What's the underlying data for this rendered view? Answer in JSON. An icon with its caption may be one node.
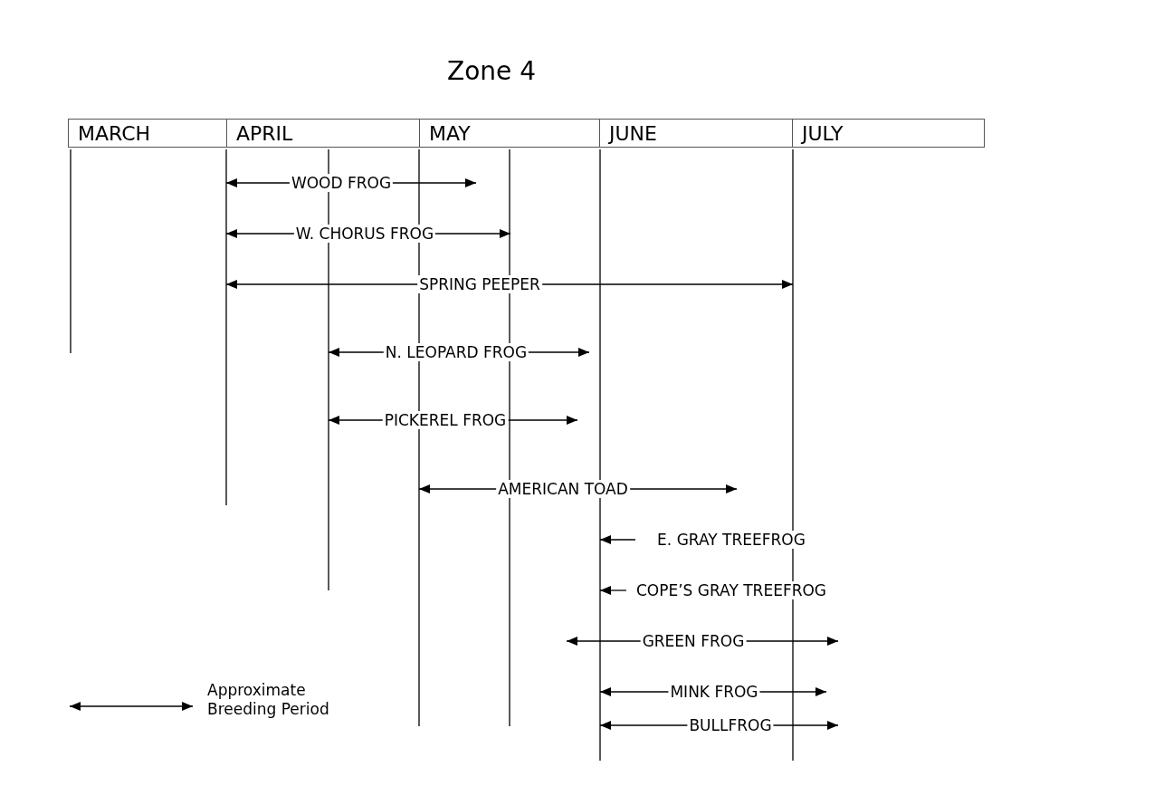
{
  "diagram": {
    "title": "Zone 4",
    "labels": [
      "MARCH",
      "APRIL",
      "MAY",
      "JUNE",
      "JULY",
      "WOOD FROG",
      "W. CHORUS FROG",
      "SPRING PEEPER",
      "N. LEOPARD FROG",
      "PICKEREL FROG",
      "AMERICAN TOAD",
      "E. GRAY TREEFROG",
      "COPE’S GRAY TREEFROG",
      "GREEN FROG",
      "MINK FROG",
      "BULLFROG"
    ],
    "legend": [
      {
        "text": "Approximate Breeding Period"
      }
    ]
  }
}
